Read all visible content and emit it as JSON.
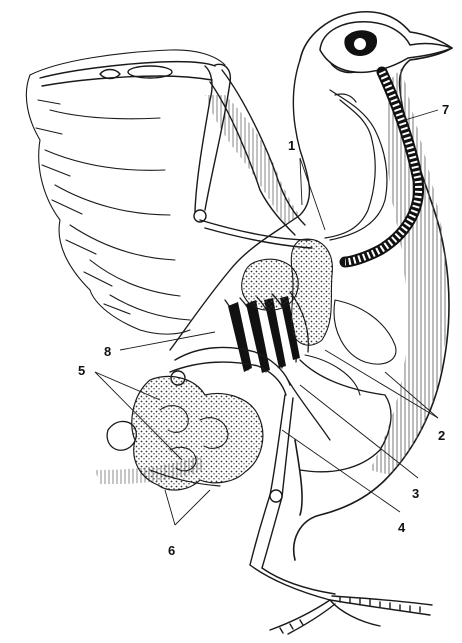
{
  "figure": {
    "description_free": true,
    "labels": [
      {
        "id": "1",
        "text": "1"
      },
      {
        "id": "2",
        "text": "2"
      },
      {
        "id": "3",
        "text": "3"
      },
      {
        "id": "4",
        "text": "4"
      },
      {
        "id": "5",
        "text": "5"
      },
      {
        "id": "6",
        "text": "6"
      },
      {
        "id": "7",
        "text": "7"
      },
      {
        "id": "8",
        "text": "8"
      }
    ]
  },
  "colors": {
    "ink": "#1a1a1a",
    "paper": "#ffffff",
    "hatch": "#555555"
  }
}
